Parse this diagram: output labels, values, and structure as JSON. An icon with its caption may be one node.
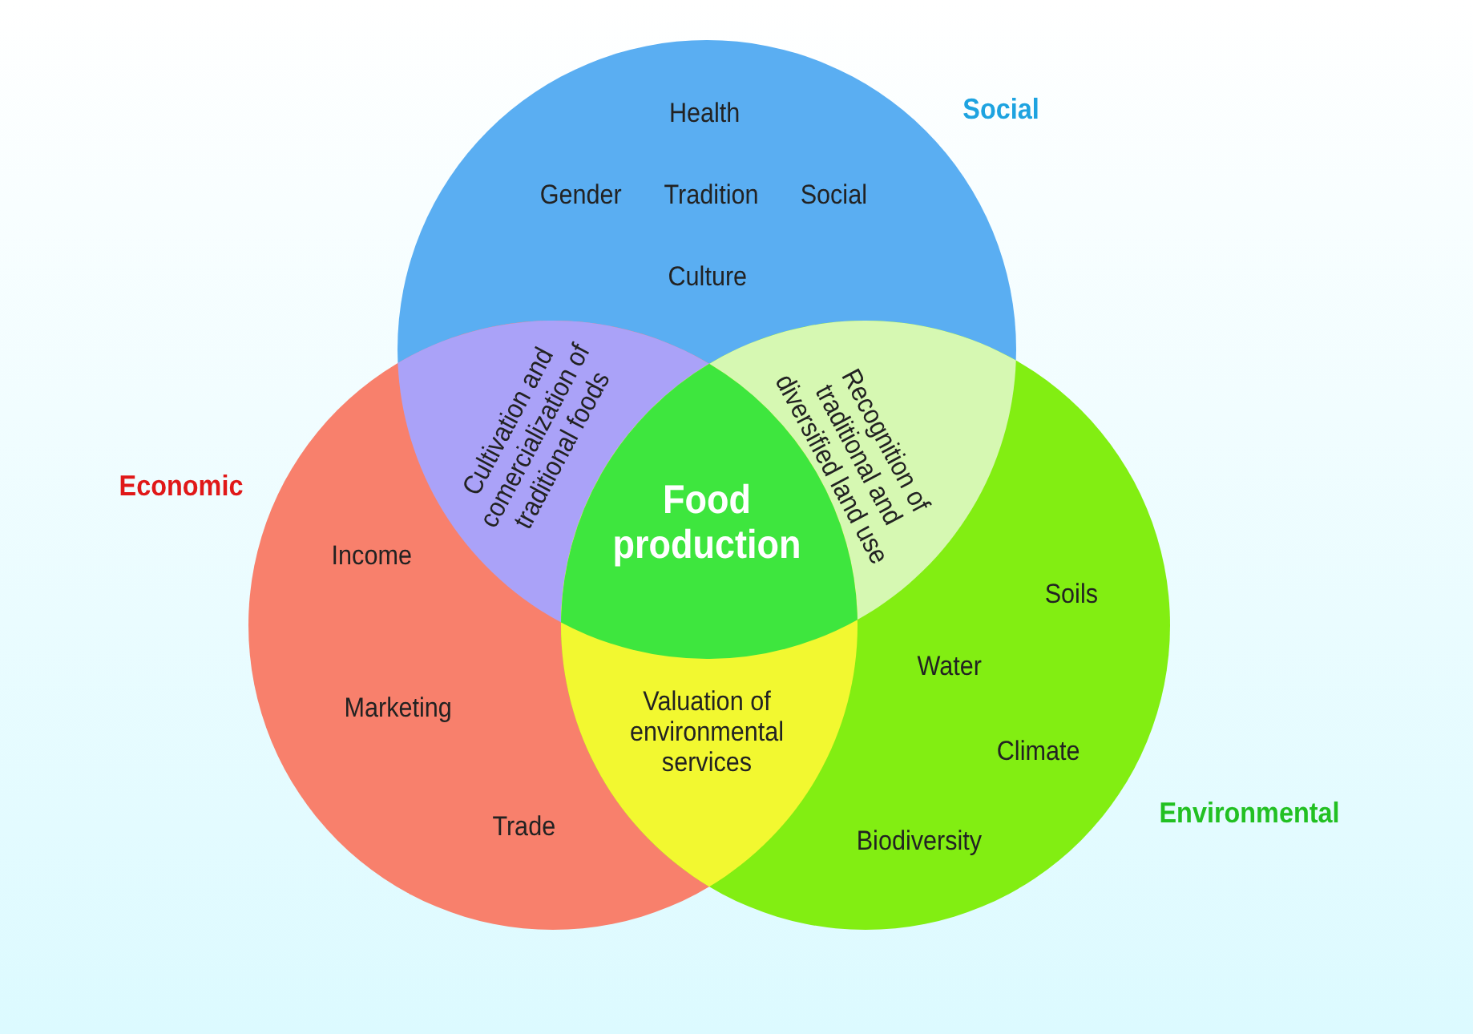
{
  "diagram": {
    "nodes": [
      {
        "text": [
          "Social",
          "Health",
          "Gender",
          "Tradition",
          "Social",
          "Culture"
        ]
      },
      {
        "text": [
          "Economic",
          "Income",
          "Marketing",
          "Trade"
        ]
      },
      {
        "text": [
          "Environmental",
          "Soils",
          "Water",
          "Climate",
          "Biodiversity"
        ]
      },
      {
        "text": [
          "Cultivation and comercialization of traditional foods"
        ]
      },
      {
        "text": [
          "Recognition of traditional and diversified land use"
        ]
      },
      {
        "text": [
          "Valuation of environmental services"
        ]
      },
      {
        "text": [
          "Food production"
        ]
      }
    ],
    "edges": []
  }
}
